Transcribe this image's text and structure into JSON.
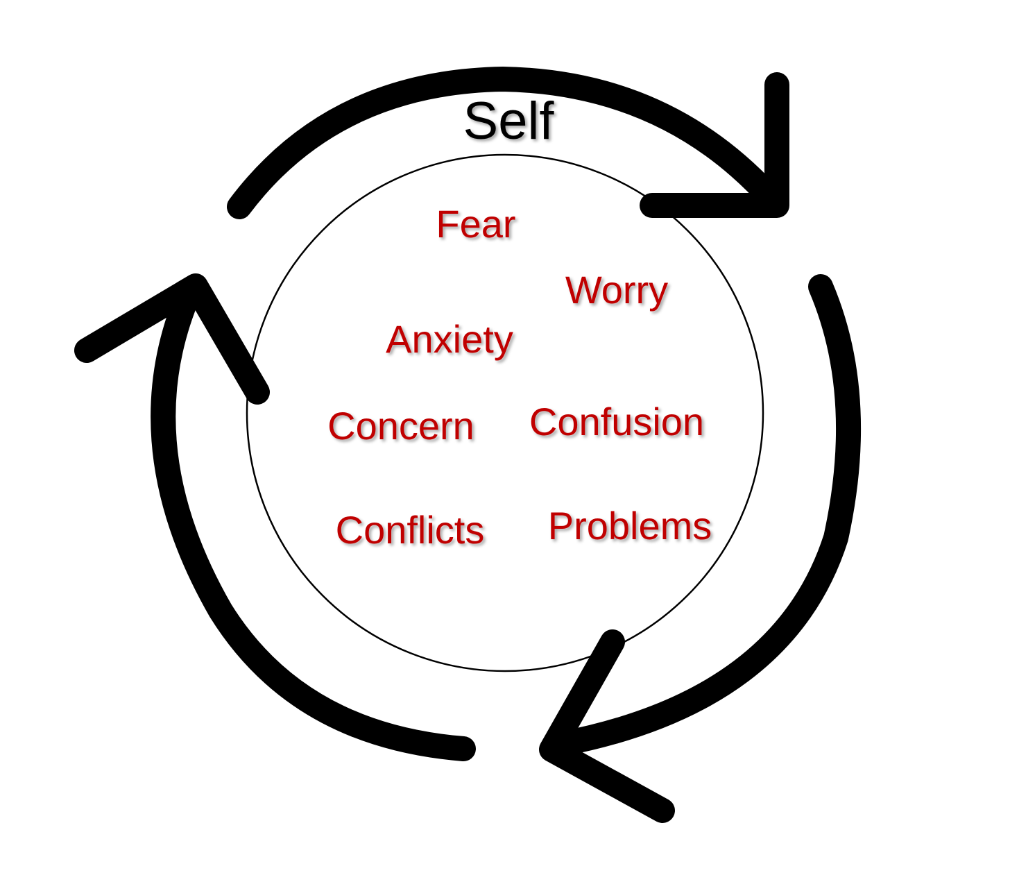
{
  "title": "Self",
  "words": [
    {
      "key": "fear",
      "text": "Fear"
    },
    {
      "key": "worry",
      "text": "Worry"
    },
    {
      "key": "anxiety",
      "text": "Anxiety"
    },
    {
      "key": "concern",
      "text": "Concern"
    },
    {
      "key": "confusion",
      "text": "Confusion"
    },
    {
      "key": "conflicts",
      "text": "Conflicts"
    },
    {
      "key": "problems",
      "text": "Problems"
    }
  ],
  "colors": {
    "word_text": "#C00000",
    "arrow": "#000000",
    "circle_outline": "#000000",
    "title_text": "#000000"
  },
  "icons": [
    "clockwise-cycle-arrow-icon"
  ]
}
